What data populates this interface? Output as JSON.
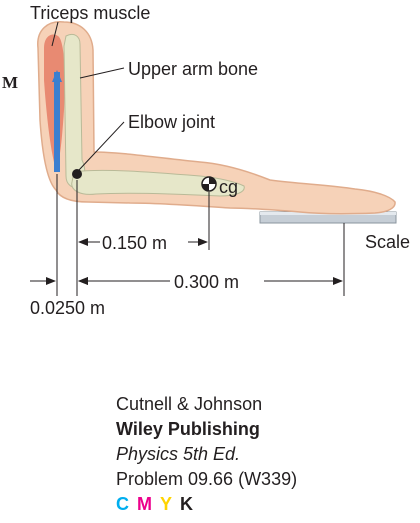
{
  "labels": {
    "triceps": "Triceps muscle",
    "upper_arm": "Upper arm bone",
    "elbow": "Elbow joint",
    "cg": "cg",
    "scale": "Scale",
    "force": "M",
    "dim_short": "0.150 m",
    "dim_long": "0.300 m",
    "dim_tiny": "0.0250 m"
  },
  "credits": {
    "authors": "Cutnell & Johnson",
    "publisher": "Wiley Publishing",
    "book": "Physics 5th Ed.",
    "problem": "Problem 09.66 (W339)"
  },
  "cmyk": {
    "c": "C",
    "m": "M",
    "y": "Y",
    "k": "K",
    "colors": {
      "c": "#00aeef",
      "m": "#ec008c",
      "y": "#ffd400",
      "k": "#231f20"
    }
  },
  "colors": {
    "skin": "#f6d2b8",
    "skin_edge": "#e0ac8c",
    "bone": "#e6e7c9",
    "muscle": "#e7826a",
    "arrow": "#3b7fd0",
    "scale": "#c6ced6"
  }
}
